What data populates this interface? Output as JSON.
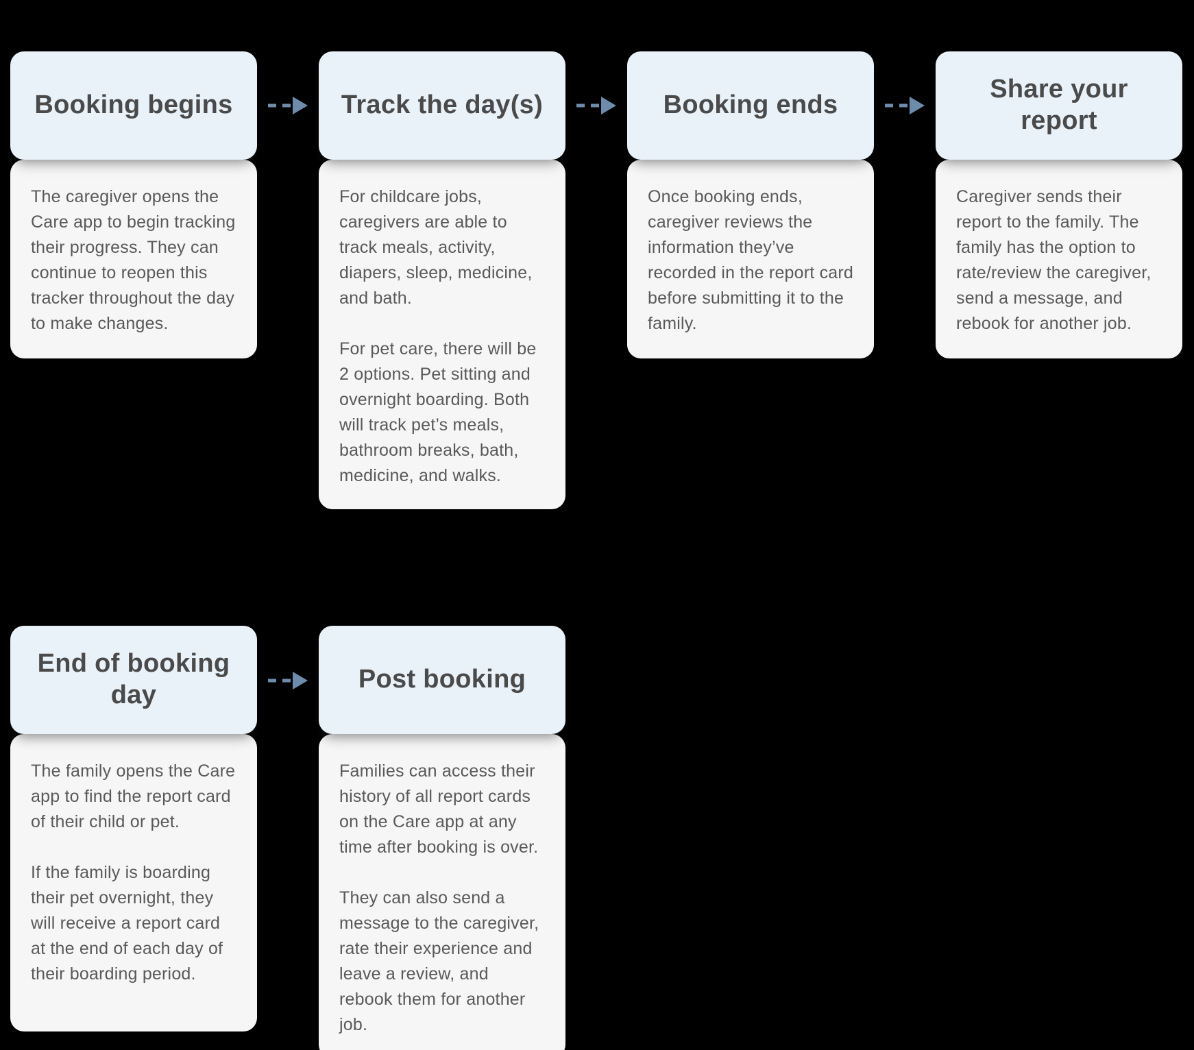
{
  "page": {
    "type": "booking-flow-diagram",
    "background_color": "#000000"
  },
  "colors": {
    "card_header_bg": "#e9f1f9",
    "card_body_bg": "#f6f6f6",
    "title_text": "#4a4a4a",
    "body_text": "#595959",
    "arrow": "#6d8cab"
  },
  "cards": [
    {
      "title": "Booking begins",
      "paragraphs": [
        "The caregiver opens the Care app to begin tracking their progress. They can continue to reopen this tracker throughout the day to make changes."
      ]
    },
    {
      "title": "Track the day(s)",
      "paragraphs": [
        "For childcare jobs, caregivers are able to track meals, activity, diapers, sleep, medicine, and bath.",
        "For pet care, there will be 2 options. Pet sitting and overnight boarding. Both will track pet’s meals, bathroom breaks, bath, medicine, and walks."
      ]
    },
    {
      "title": "Booking ends",
      "paragraphs": [
        "Once booking ends, caregiver reviews the information they’ve recorded in the report card before submitting it to the family."
      ]
    },
    {
      "title": "Share your report",
      "paragraphs": [
        "Caregiver sends their report to the family. The family has the option to rate/review the caregiver, send a message, and rebook for another job."
      ]
    },
    {
      "title": "End of booking day",
      "paragraphs": [
        "The family opens the Care app to find the report card of their child or pet.",
        "If the family is boarding their pet overnight, they will receive a report card at the end of each day of their boarding period."
      ]
    },
    {
      "title": "Post booking",
      "paragraphs": [
        "Families can access their history of all report cards on the Care app at any time after booking is over.",
        "They can also send a message to the caregiver, rate their experience and leave a review, and rebook them for another job."
      ]
    }
  ]
}
